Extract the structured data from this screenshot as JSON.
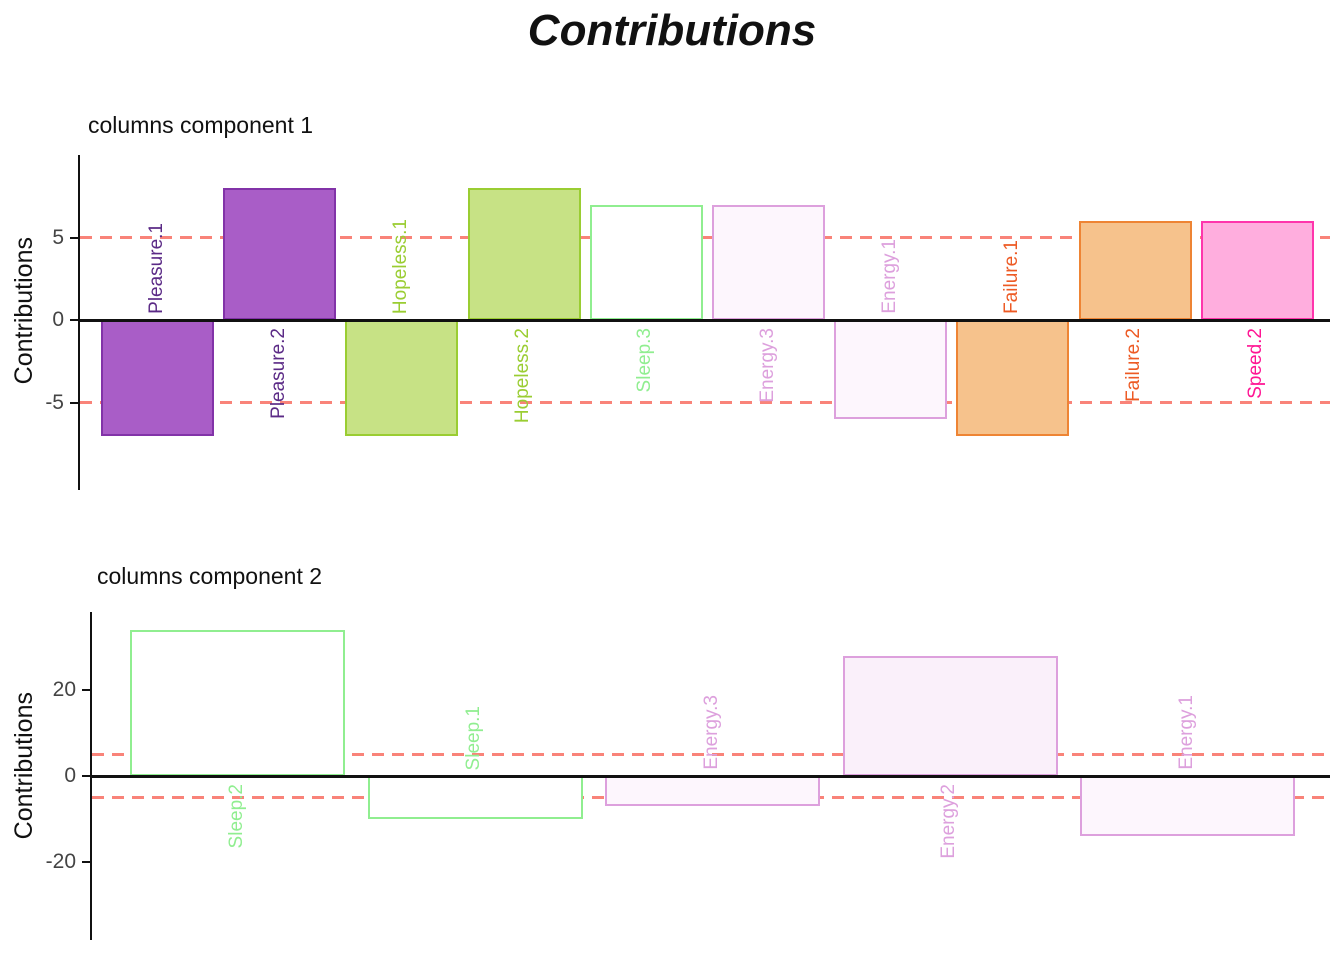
{
  "title": "Contributions",
  "style": {
    "reference_line_color": "#f98379",
    "axis_color": "#111111",
    "tick_label_color": "#444444"
  },
  "chart_data": [
    {
      "type": "bar",
      "panel_title": "columns component 1",
      "ylabel": "Contributions",
      "yticks": [
        5,
        0,
        -5
      ],
      "ylim": [
        -10,
        10
      ],
      "reference_lines": [
        5,
        -5
      ],
      "legend": "none",
      "grid": false,
      "bars": [
        {
          "label": "Pleasure.1",
          "value": -7,
          "fill": "#a95dc7",
          "stroke": "#8233a8",
          "label_color": "#5b2a86"
        },
        {
          "label": "Pleasure.2",
          "value": 8,
          "fill": "#a95dc7",
          "stroke": "#8233a8",
          "label_color": "#5b2a86"
        },
        {
          "label": "Hopeless.1",
          "value": -7,
          "fill": "#c7e285",
          "stroke": "#9acd32",
          "label_color": "#9acd32"
        },
        {
          "label": "Hopeless.2",
          "value": 8,
          "fill": "#c7e285",
          "stroke": "#9acd32",
          "label_color": "#9acd32"
        },
        {
          "label": "Sleep.3",
          "value": 7,
          "fill": "#ffffff",
          "stroke": "#90ee90",
          "label_color": "#90ee90"
        },
        {
          "label": "Energy.3",
          "value": 7,
          "fill": "#fdf6fd",
          "stroke": "#dda0dd",
          "label_color": "#dda0dd"
        },
        {
          "label": "Energy.1",
          "value": -6,
          "fill": "#fdf6fd",
          "stroke": "#dda0dd",
          "label_color": "#dda0dd"
        },
        {
          "label": "Failure.1",
          "value": -7,
          "fill": "#f6c28c",
          "stroke": "#ee8434",
          "label_color": "#ed5a24"
        },
        {
          "label": "Failure.2",
          "value": 6,
          "fill": "#f6c28c",
          "stroke": "#ee8434",
          "label_color": "#ed5a24"
        },
        {
          "label": "Speed.2",
          "value": 6,
          "fill": "#ffaede",
          "stroke": "#ff35ac",
          "label_color": "#ff1493"
        }
      ]
    },
    {
      "type": "bar",
      "panel_title": "columns component 2",
      "ylabel": "Contributions",
      "yticks": [
        20,
        0,
        -20
      ],
      "ylim": [
        -38,
        38
      ],
      "reference_lines": [
        5,
        -5
      ],
      "legend": "none",
      "grid": false,
      "bars": [
        {
          "label": "Sleep.2",
          "value": 34,
          "fill": "#ffffff",
          "stroke": "#90ee90",
          "label_color": "#90ee90"
        },
        {
          "label": "Sleep.1",
          "value": -10,
          "fill": "#ffffff",
          "stroke": "#90ee90",
          "label_color": "#90ee90"
        },
        {
          "label": "Energy.3",
          "value": -7,
          "fill": "#fdf6fd",
          "stroke": "#dda0dd",
          "label_color": "#dda0dd"
        },
        {
          "label": "Energy.2",
          "value": 28,
          "fill": "#faf0fa",
          "stroke": "#dda0dd",
          "label_color": "#dda0dd"
        },
        {
          "label": "Energy.1",
          "value": -14,
          "fill": "#fdf6fd",
          "stroke": "#dda0dd",
          "label_color": "#dda0dd"
        }
      ]
    }
  ]
}
